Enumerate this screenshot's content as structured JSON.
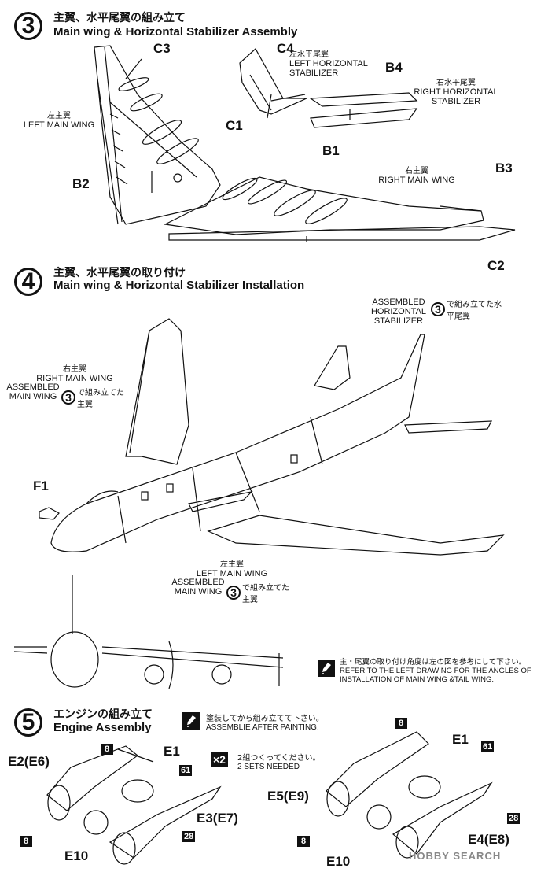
{
  "step3": {
    "num": "3",
    "title_jp": "主翼、水平尾翼の組み立て",
    "title_en": "Main wing & Horizontal Stabilizer Assembly",
    "parts": {
      "c3": "C3",
      "c4": "C4",
      "b4": "B4",
      "c1": "C1",
      "b1": "B1",
      "b2": "B2",
      "b3": "B3",
      "c2": "C2"
    },
    "left_main_wing_jp": "左主翼",
    "left_main_wing_en": "LEFT MAIN WING",
    "left_hstab_jp": "左水平尾翼",
    "left_hstab_en": "LEFT HORIZONTAL STABILIZER",
    "right_hstab_jp": "右水平尾翼",
    "right_hstab_en": "RIGHT  HORIZONTAL STABILIZER",
    "right_main_wing_jp": "右主翼",
    "right_main_wing_en": "RIGHT MAIN WING"
  },
  "step4": {
    "num": "4",
    "title_jp": "主翼、水平尾翼の取り付け",
    "title_en": "Main wing & Horizontal Stabilizer Installation",
    "assembled_hstab_en": "ASSEMBLED HORIZONTAL STABILIZER",
    "assembled_hstab_jp": "で組み立てた水平尾翼",
    "right_wing_jp": "右主翼",
    "right_wing_en": "RIGHT MAIN WING",
    "assembled_main_wing_en": "ASSEMBLED MAIN WING",
    "assembled_main_wing_jp": "で組み立てた主翼",
    "ref_step": "3",
    "f1": "F1",
    "left_wing_jp": "左主翼",
    "left_wing_en": "LEFT MAIN WING",
    "note_jp": "主・尾翼の取り付け角度は左の図を参考にして下さい。",
    "note_en": "REFER TO THE LEFT DRAWING FOR THE ANGLES OF INSTALLATION OF MAIN WING &TAIL WING."
  },
  "step5": {
    "num": "5",
    "title_jp": "エンジンの組み立て",
    "title_en": "Engine Assembly",
    "paint_jp": "塗装してから組み立てて下さい。",
    "paint_en": "ASSEMBLIE AFTER PAINTING.",
    "sets_badge": "×2",
    "sets_jp": "2組つくってください。",
    "sets_en": "2  SETS  NEEDED",
    "left": {
      "p8a": "8",
      "e1": "E1",
      "e2": "E2(E6)",
      "p61": "61",
      "e3": "E3(E7)",
      "p28": "28",
      "p8b": "8",
      "e10": "E10"
    },
    "right": {
      "p8a": "8",
      "e1": "E1",
      "p61": "61",
      "e5": "E5(E9)",
      "p28": "28",
      "e4": "E4(E8)",
      "p8b": "8",
      "e10": "E10"
    }
  },
  "watermark": "HOBBY SEARCH"
}
